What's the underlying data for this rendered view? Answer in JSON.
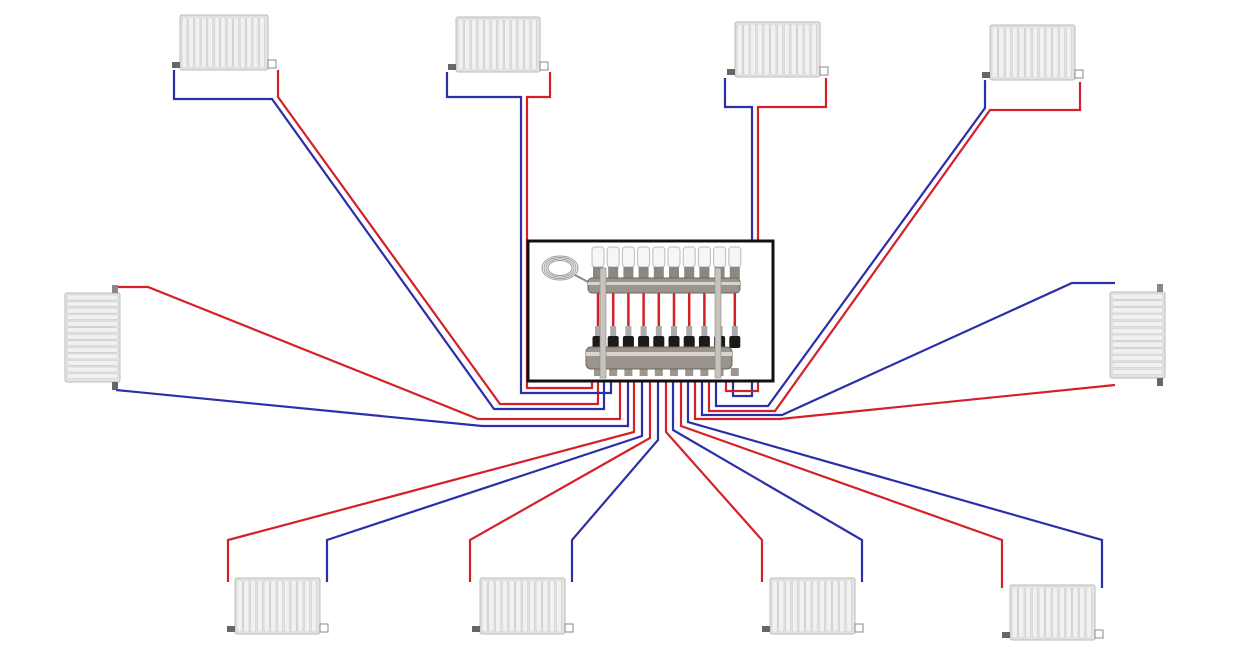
{
  "diagram": {
    "type": "radiator-manifold-piping",
    "radiator_count": 10,
    "manifold_circuits": 10,
    "colors": {
      "supply_pipe": "#d4202a",
      "return_pipe": "#2b2fa8",
      "manifold_frame": "#111111",
      "radiator": "#f1f1f1",
      "manifold_metal": "#9a948c"
    }
  }
}
